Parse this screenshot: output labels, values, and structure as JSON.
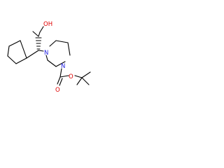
{
  "molecule": {
    "atoms": {
      "hydroxyl": {
        "label": "OH",
        "color": "#e00000"
      },
      "piperazine_n1": {
        "label": "N",
        "color": "#2020e0"
      },
      "piperazine_n4": {
        "label": "N",
        "color": "#2020e0"
      },
      "carbonyl_o": {
        "label": "O",
        "color": "#e00000"
      },
      "ester_o": {
        "label": "O",
        "color": "#e00000"
      }
    },
    "bond_color": "#000000"
  }
}
